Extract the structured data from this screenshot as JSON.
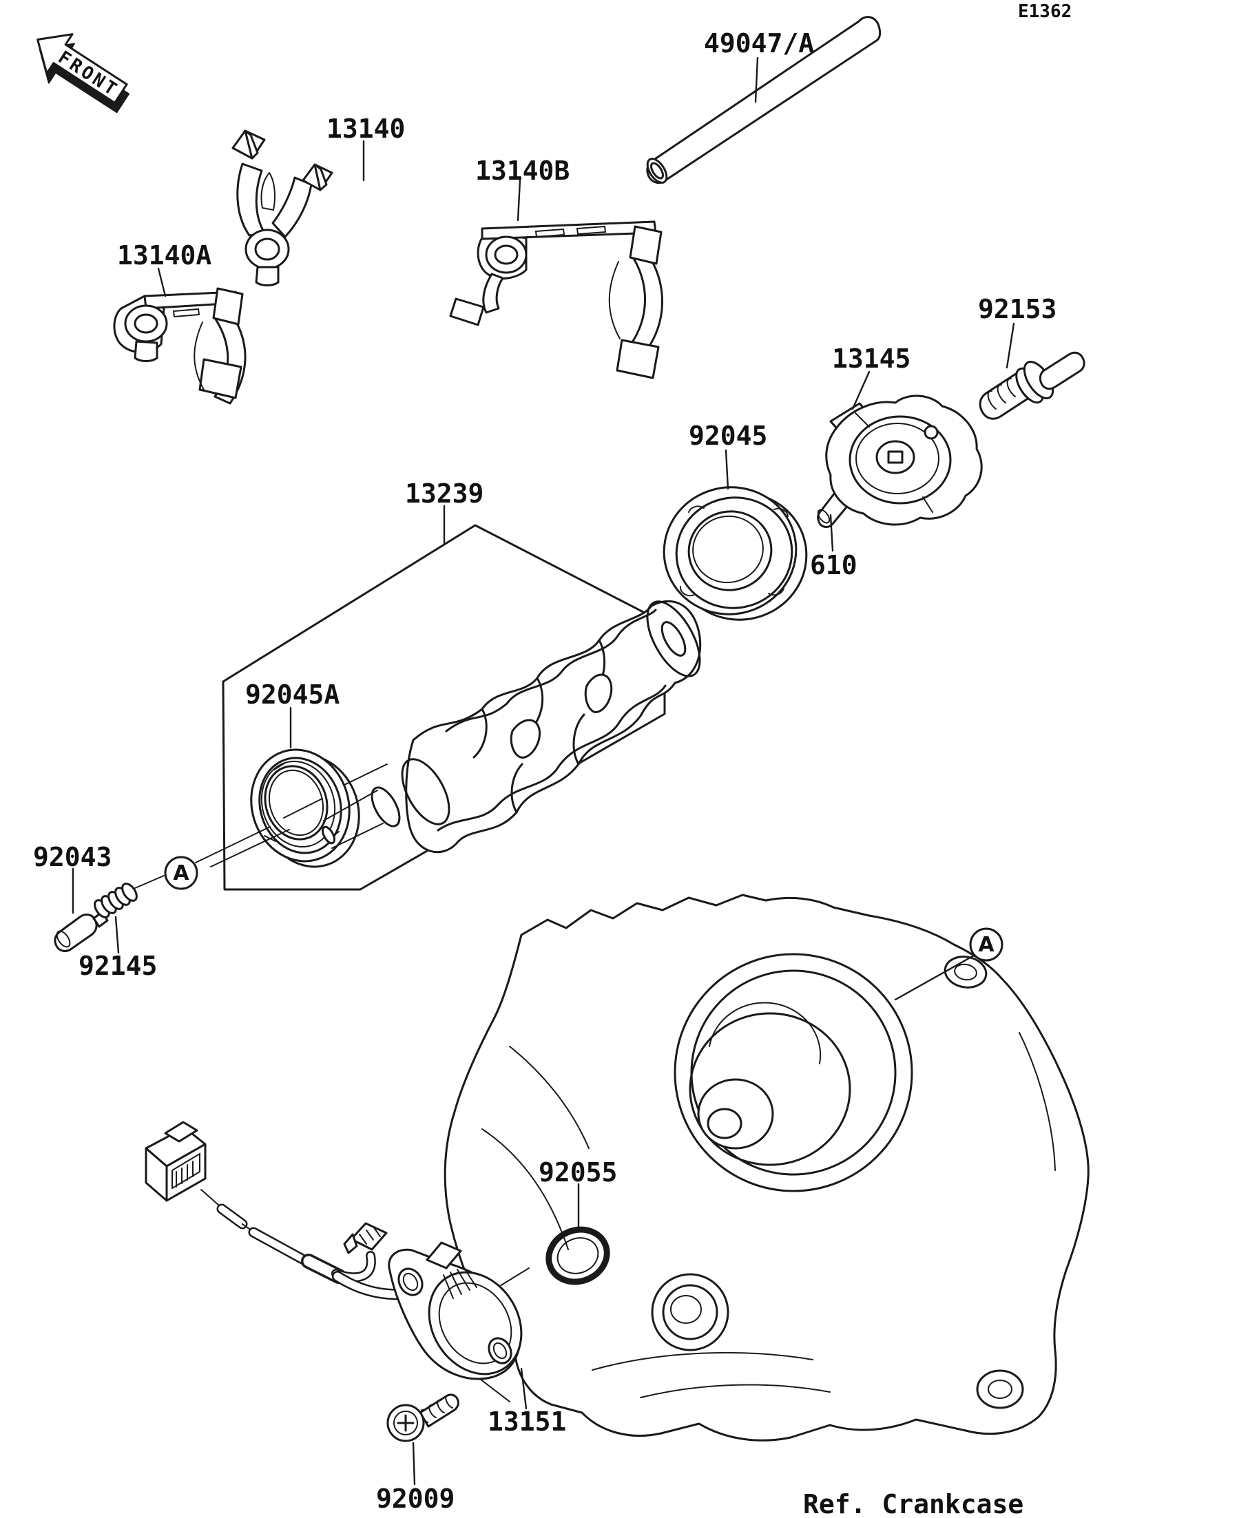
{
  "page": {
    "diagram_code": "E1362",
    "front_marker": "FRONT",
    "ref_note": "Ref. Crankcase",
    "section_marker": "A"
  },
  "colors": {
    "line": "#1a1a1a",
    "background": "#ffffff"
  },
  "parts": [
    {
      "label": "13140"
    },
    {
      "label": "13140A"
    },
    {
      "label": "13140B"
    },
    {
      "label": "49047/A"
    },
    {
      "label": "92153"
    },
    {
      "label": "13145"
    },
    {
      "label": "92045"
    },
    {
      "label": "610"
    },
    {
      "label": "13239"
    },
    {
      "label": "92045A"
    },
    {
      "label": "92043"
    },
    {
      "label": "92145"
    },
    {
      "label": "92055"
    },
    {
      "label": "13151"
    },
    {
      "label": "92009"
    }
  ]
}
